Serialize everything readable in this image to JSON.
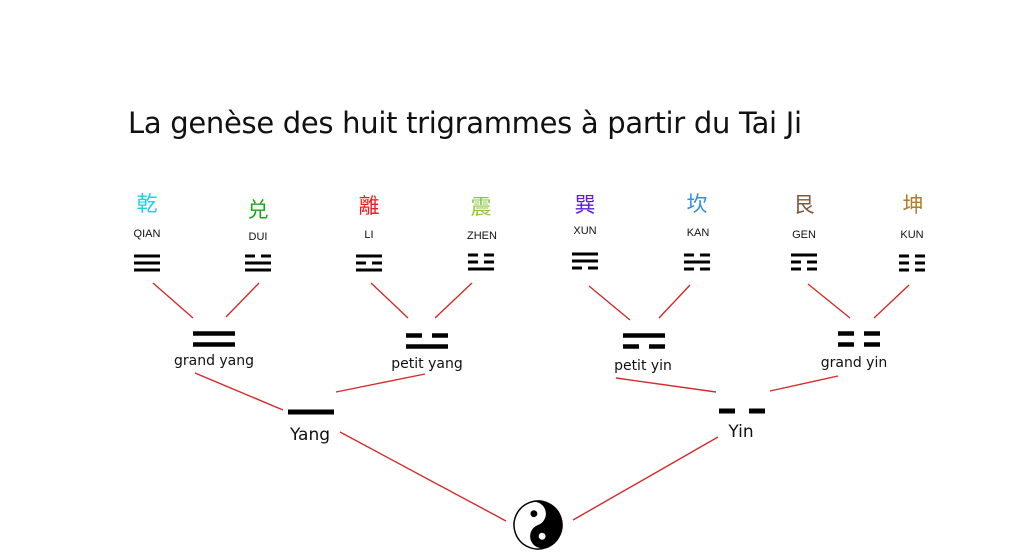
{
  "title": "La genèse des huit trigrammes à partir du Tai Ji",
  "trigrams": [
    {
      "hanzi": "乾",
      "name": "QIAN",
      "color": "#19d3e6",
      "lines": [
        1,
        1,
        1
      ]
    },
    {
      "hanzi": "兑",
      "name": "DUI",
      "color": "#16a816",
      "lines": [
        0,
        1,
        1
      ]
    },
    {
      "hanzi": "離",
      "name": "LI",
      "color": "#ee1c24",
      "lines": [
        1,
        0,
        1
      ]
    },
    {
      "hanzi": "震",
      "name": "ZHEN",
      "color": "#8cc63f",
      "lines": [
        0,
        0,
        1
      ]
    },
    {
      "hanzi": "巽",
      "name": "XUN",
      "color": "#5a1ed6",
      "lines": [
        1,
        1,
        0
      ]
    },
    {
      "hanzi": "坎",
      "name": "KAN",
      "color": "#2f8fe0",
      "lines": [
        0,
        1,
        0
      ]
    },
    {
      "hanzi": "艮",
      "name": "GEN",
      "color": "#7a5a3a",
      "lines": [
        1,
        0,
        0
      ]
    },
    {
      "hanzi": "坤",
      "name": "KUN",
      "color": "#b07d2c",
      "lines": [
        0,
        0,
        0
      ]
    }
  ],
  "bigrams": [
    {
      "label": "grand yang",
      "lines": [
        1,
        1
      ]
    },
    {
      "label": "petit yang",
      "lines": [
        0,
        1
      ]
    },
    {
      "label": "petit yin",
      "lines": [
        1,
        0
      ]
    },
    {
      "label": "grand yin",
      "lines": [
        0,
        0
      ]
    }
  ],
  "monograms": [
    {
      "label": "Yang",
      "lines": [
        1
      ]
    },
    {
      "label": "Yin",
      "lines": [
        0
      ]
    }
  ],
  "colors": {
    "connector": "#d42a2a",
    "symbol": "#000000",
    "text": "#111111"
  },
  "taiji_icon": "yin-yang-icon"
}
